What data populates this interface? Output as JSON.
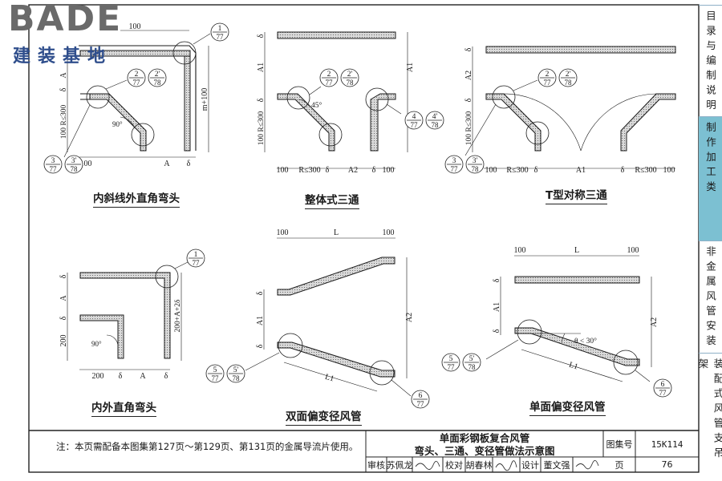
{
  "brand": {
    "logo_text": "BADE",
    "logo_sub": "建装基地"
  },
  "side_tabs": [
    {
      "label": "目录与编制说明",
      "active": false
    },
    {
      "label": "制作加工类",
      "active": true
    },
    {
      "label": "非金属风管安装",
      "active": false
    },
    {
      "label": "装配式风管支吊架",
      "active": false
    }
  ],
  "figures": [
    {
      "id": "fig1",
      "caption": "内斜线外直角弯头",
      "dims": [
        "100",
        "m+100",
        "A",
        "100 R≤300",
        "δ",
        "100",
        "A",
        "δ",
        "90°"
      ],
      "callouts": [
        [
          "1",
          "77"
        ],
        [
          "2",
          "77"
        ],
        [
          "2'",
          "78"
        ],
        [
          "3",
          "77"
        ],
        [
          "3'",
          "78"
        ]
      ]
    },
    {
      "id": "fig2",
      "caption": "整体式三通",
      "dims": [
        "δ",
        "A1",
        "δ",
        "100 R≤300",
        "δ",
        "100",
        "R≤300",
        "δ",
        "A2",
        "δ",
        "100",
        "45°"
      ],
      "callouts": [
        [
          "2",
          "77"
        ],
        [
          "2'",
          "78"
        ],
        [
          "4",
          "77"
        ],
        [
          "4'",
          "78"
        ]
      ]
    },
    {
      "id": "fig3",
      "caption": "T型对称三通",
      "dims": [
        "δ",
        "A2",
        "δ",
        "100 R≤300",
        "δ",
        "A1",
        "100",
        "R≤300",
        "δ",
        "A1",
        "δ",
        "R≤300",
        "100"
      ],
      "callouts": [
        [
          "2",
          "77"
        ],
        [
          "2'",
          "78"
        ],
        [
          "3",
          "77"
        ],
        [
          "3'",
          "78"
        ]
      ]
    },
    {
      "id": "fig4",
      "caption": "内外直角弯头",
      "dims": [
        "δ",
        "A",
        "δ",
        "200",
        "200+A+2δ",
        "200",
        "δ",
        "A",
        "δ",
        "90°"
      ],
      "callouts": [
        [
          "1",
          "77"
        ]
      ]
    },
    {
      "id": "fig5",
      "caption": "双面偏变径风管",
      "dims": [
        "100",
        "L",
        "100",
        "δ",
        "A1",
        "δ",
        "A2",
        "L1"
      ],
      "callouts": [
        [
          "5",
          "77"
        ],
        [
          "5'",
          "78"
        ],
        [
          "6",
          "77"
        ]
      ]
    },
    {
      "id": "fig6",
      "caption": "单面偏变径风管",
      "dims": [
        "100",
        "L",
        "100",
        "δ",
        "A1",
        "δ",
        "A2",
        "L1",
        "θ < 30°"
      ],
      "callouts": [
        [
          "5",
          "77"
        ],
        [
          "5'",
          "78"
        ],
        [
          "6",
          "77"
        ]
      ]
    }
  ],
  "note": "注：本页需配备本图集第127页～第129页、第131页的金属导流片使用。",
  "title_block": {
    "title_line1": "单面彩钢板复合风管",
    "title_line2": "弯头、三通、变径管做法示意图",
    "atlas_label": "图集号",
    "atlas_no": "15K114",
    "page_label": "页",
    "page_no": "76",
    "review_label": "审核",
    "reviewer": "苏佩龙",
    "check_label": "校对",
    "checker": "胡春林",
    "design_label": "设计",
    "designer": "董文强"
  }
}
